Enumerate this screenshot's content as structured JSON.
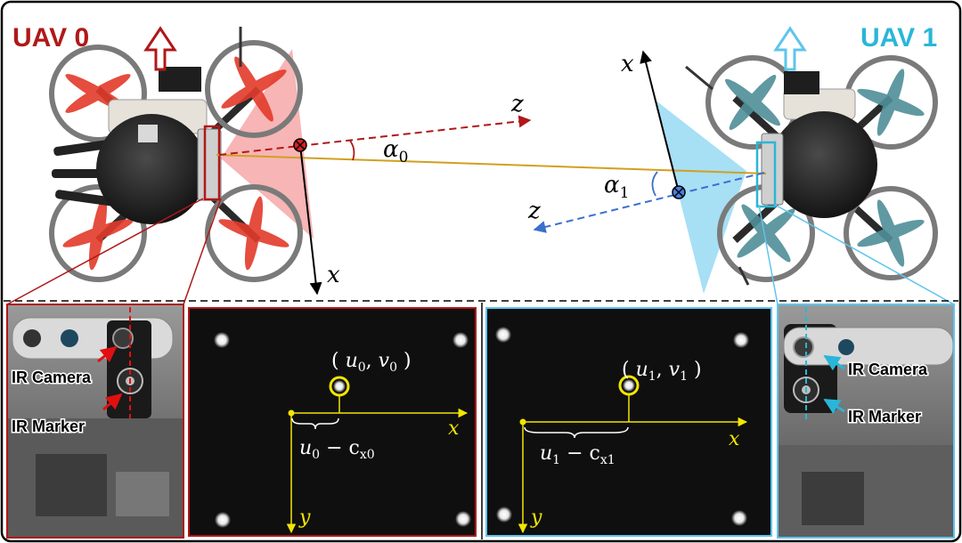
{
  "uav0": {
    "title": "UAV 0",
    "color": "#b01818",
    "axis_x": "x",
    "axis_z": "z",
    "angle": "α",
    "angle_sub": "0",
    "coord_u": "u",
    "coord_u_sub": "0",
    "coord_v": "v",
    "coord_v_sub": "0",
    "offset_u": "u",
    "offset_u_sub": "0",
    "offset_minus": "− c",
    "offset_c_sub": "x0",
    "image_axis_x": "x",
    "image_axis_y": "y",
    "camera_label": "IR Camera",
    "marker_label": "IR Marker"
  },
  "uav1": {
    "title": "UAV 1",
    "color": "#29b6d8",
    "axis_x": "x",
    "axis_z": "z",
    "angle": "α",
    "angle_sub": "1",
    "coord_u": "u",
    "coord_u_sub": "1",
    "coord_v": "v",
    "coord_v_sub": "1",
    "offset_u": "u",
    "offset_u_sub": "1",
    "offset_minus": "− c",
    "offset_c_sub": "x1",
    "image_axis_x": "x",
    "image_axis_y": "y",
    "camera_label": "IR Camera",
    "marker_label": "IR Marker"
  },
  "colors": {
    "red": "#b01818",
    "cyan": "#29b6d8",
    "yellow": "#f2e600",
    "baseline": "#d1a020",
    "blue_dashed": "#3a6fd0"
  }
}
